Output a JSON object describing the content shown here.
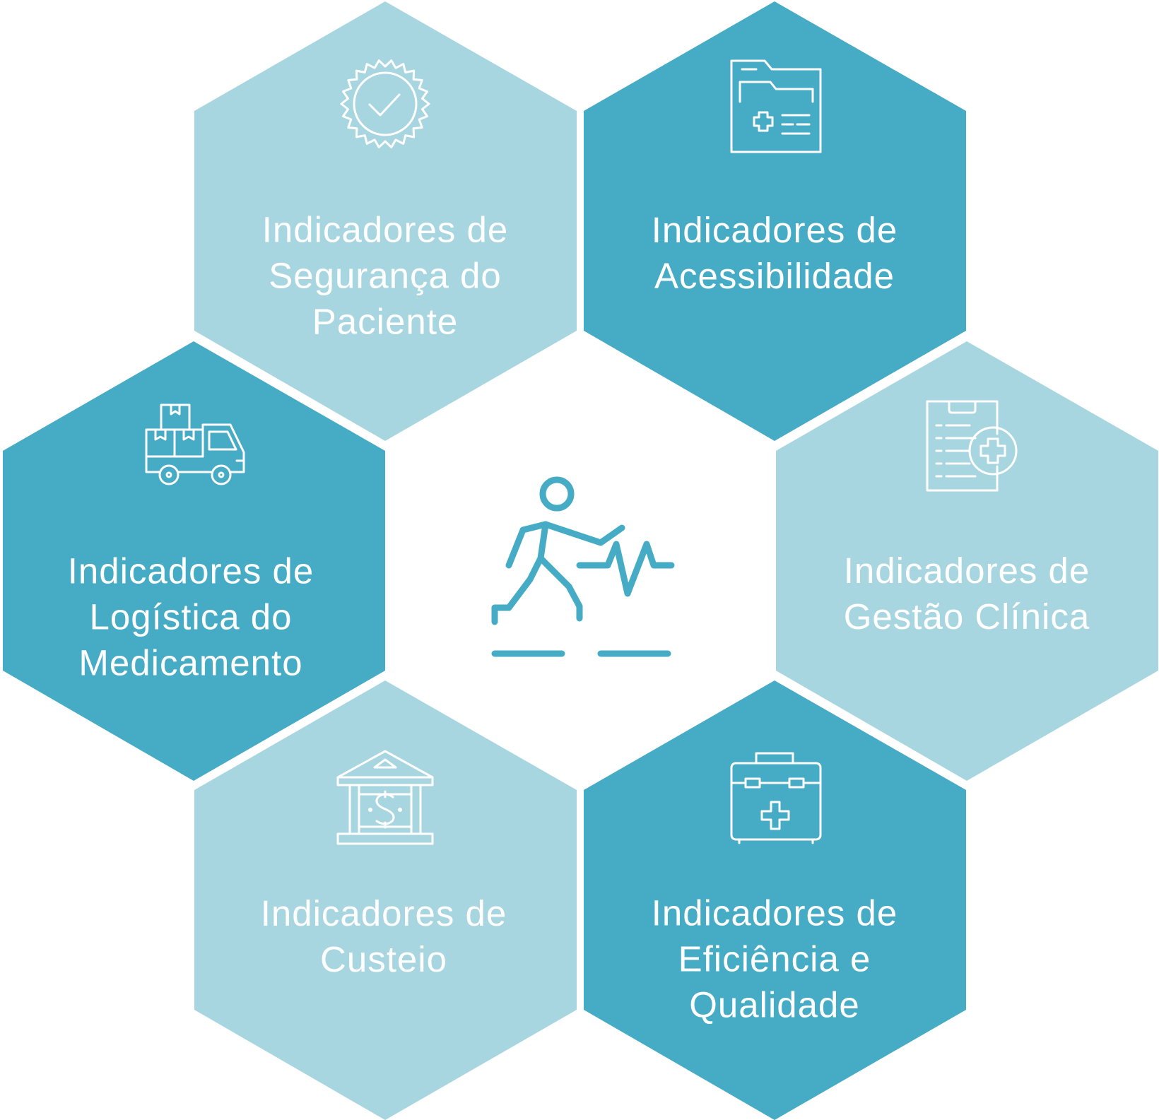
{
  "colors": {
    "light": "#a8d6e0",
    "dark": "#46abc4",
    "icon_center": "#46abc4",
    "text": "#ffffff",
    "background": "#ffffff"
  },
  "center": {
    "icon": "running-person-heartbeat-icon"
  },
  "hexagons": [
    {
      "id": "patient-safety",
      "shade": "light",
      "icon": "certificate-check-icon",
      "lines": [
        "Indicadores de",
        "Segurança do",
        "Paciente"
      ]
    },
    {
      "id": "accessibility",
      "shade": "dark",
      "icon": "medical-folder-icon",
      "lines": [
        "Indicadores de",
        "Acessibilidade"
      ]
    },
    {
      "id": "medication-logistics",
      "shade": "dark",
      "icon": "delivery-truck-icon",
      "lines": [
        "Indicadores de",
        "Logística do",
        "Medicamento"
      ]
    },
    {
      "id": "clinical-management",
      "shade": "light",
      "icon": "clipboard-medical-icon",
      "lines": [
        "Indicadores de",
        "Gestão Clínica"
      ]
    },
    {
      "id": "costing",
      "shade": "light",
      "icon": "bank-dollar-icon",
      "lines": [
        "Indicadores de",
        "Custeio"
      ]
    },
    {
      "id": "efficiency-quality",
      "shade": "dark",
      "icon": "first-aid-kit-icon",
      "lines": [
        "Indicadores de",
        "Eficiência e",
        "Qualidade"
      ]
    }
  ]
}
